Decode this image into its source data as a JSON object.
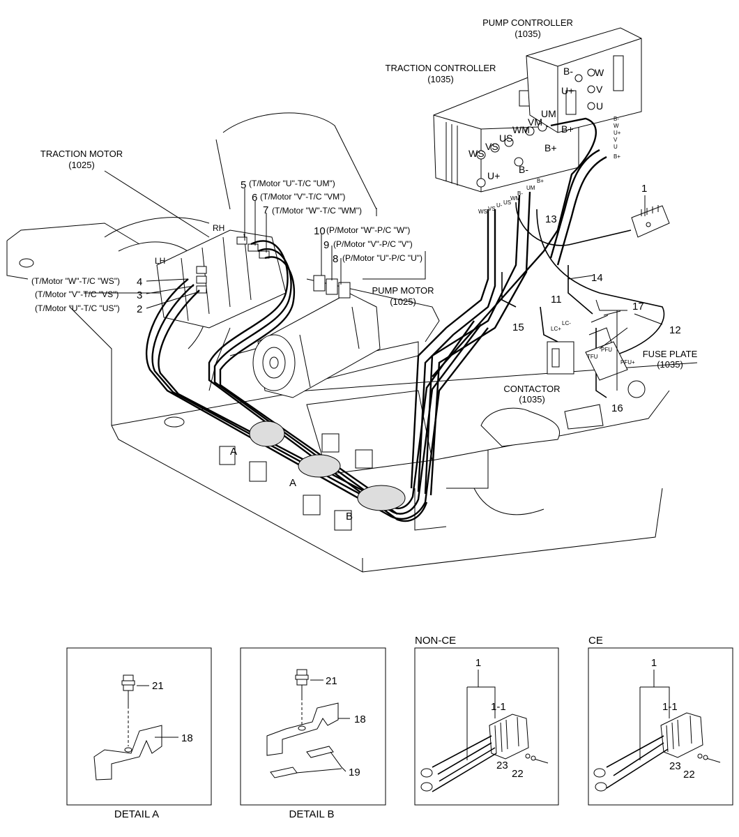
{
  "labels": {
    "pump_controller": "PUMP CONTROLLER",
    "pump_controller_ref": "(1035)",
    "traction_controller": "TRACTION CONTROLLER",
    "traction_controller_ref": "(1035)",
    "traction_motor": "TRACTION MOTOR",
    "traction_motor_ref": "(1025)",
    "pump_motor": "PUMP MOTOR",
    "pump_motor_ref": "(1025)",
    "contactor": "CONTACTOR",
    "contactor_ref": "(1035)",
    "fuse_plate": "FUSE PLATE",
    "fuse_plate_ref": "(1035)",
    "rh": "RH",
    "lh": "LH"
  },
  "callouts": [
    {
      "num": "5",
      "text": "(T/Motor \"U\"-T/C \"UM\")"
    },
    {
      "num": "6",
      "text": "(T/Motor \"V\"-T/C \"VM\")"
    },
    {
      "num": "7",
      "text": "(T/Motor \"W\"-T/C \"WM\")"
    },
    {
      "num": "10",
      "text": "(P/Motor \"W\"-P/C \"W\")"
    },
    {
      "num": "9",
      "text": "(P/Motor \"V\"-P/C \"V\")"
    },
    {
      "num": "8",
      "text": "(P/Motor \"U\"-P/C \"U\")"
    },
    {
      "num": "4",
      "text": "(T/Motor \"W\"-T/C \"WS\")"
    },
    {
      "num": "3",
      "text": "(T/Motor \"V\"-T/C \"VS\")"
    },
    {
      "num": "2",
      "text": "(T/Motor \"U\"-T/C \"US\")"
    }
  ],
  "numbers": {
    "n1": "1",
    "n11": "11",
    "n12": "12",
    "n13": "13",
    "n14": "14",
    "n15": "15",
    "n16": "16",
    "n17": "17"
  },
  "pump_terminals": {
    "bminus": "B-",
    "uplus": "U+",
    "w": "W",
    "v": "V",
    "u": "U"
  },
  "traction_terminals": {
    "ws": "WS",
    "vs": "VS",
    "us": "US",
    "wm": "WM",
    "vm": "VM",
    "um": "UM",
    "bplus1": "B+",
    "bplus2": "B+",
    "bminus": "B-",
    "uplus": "U+"
  },
  "cable_tags_right": [
    "B-",
    "W",
    "U+",
    "V",
    "U",
    "B+"
  ],
  "cable_tags_left": [
    "WS",
    "VS",
    "U-",
    "US",
    "WM",
    "B-",
    "UM",
    "B+"
  ],
  "fuse_tags": {
    "lc_plus": "LC+",
    "lc_minus": "LC-",
    "tfu": "TFU",
    "pfu": "PFU",
    "pfu_plus": "PFU+"
  },
  "section_markers": {
    "a1": "A",
    "a2": "A",
    "b": "B"
  },
  "details": {
    "detail_a": {
      "caption": "DETAIL A",
      "bolt": "21",
      "bracket": "18"
    },
    "detail_b": {
      "caption": "DETAIL B",
      "bolt": "21",
      "bracket": "18",
      "pads": "19"
    },
    "non_ce": {
      "header": "NON-CE",
      "assembly": "1",
      "connector": "1-1",
      "washer": "23",
      "screw": "22"
    },
    "ce": {
      "header": "CE",
      "assembly": "1",
      "connector": "1-1",
      "washer": "23",
      "screw": "22"
    }
  }
}
